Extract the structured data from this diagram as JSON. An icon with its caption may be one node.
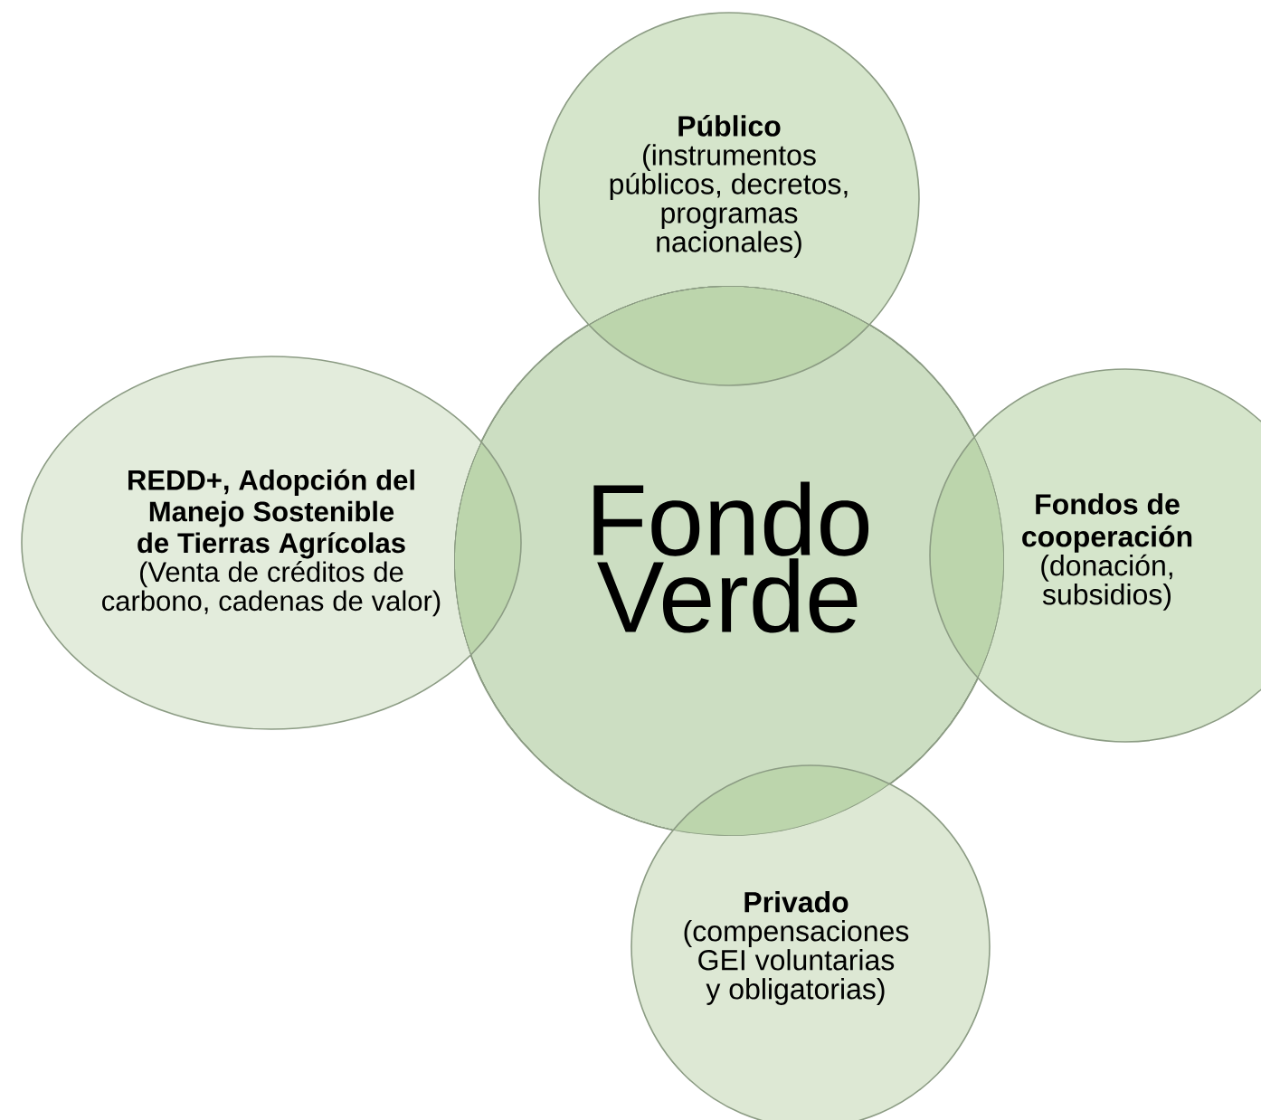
{
  "diagram": {
    "nodes": [
      {
        "text": [
          "Fondo Verde"
        ]
      },
      {
        "text": [
          "Público",
          "(instrumentos públicos, decretos, programas nacionales)"
        ]
      },
      {
        "text": [
          "REDD+, Adopción del Manejo Sostenible de Tierras Agrícolas",
          "(Venta de créditos de carbono, cadenas de valor)"
        ]
      },
      {
        "text": [
          "Fondos de cooperación",
          "(donación, subsidios)"
        ]
      },
      {
        "text": [
          "Privado",
          "(compensaciones GEI voluntarias y obligatorias)"
        ]
      }
    ]
  }
}
